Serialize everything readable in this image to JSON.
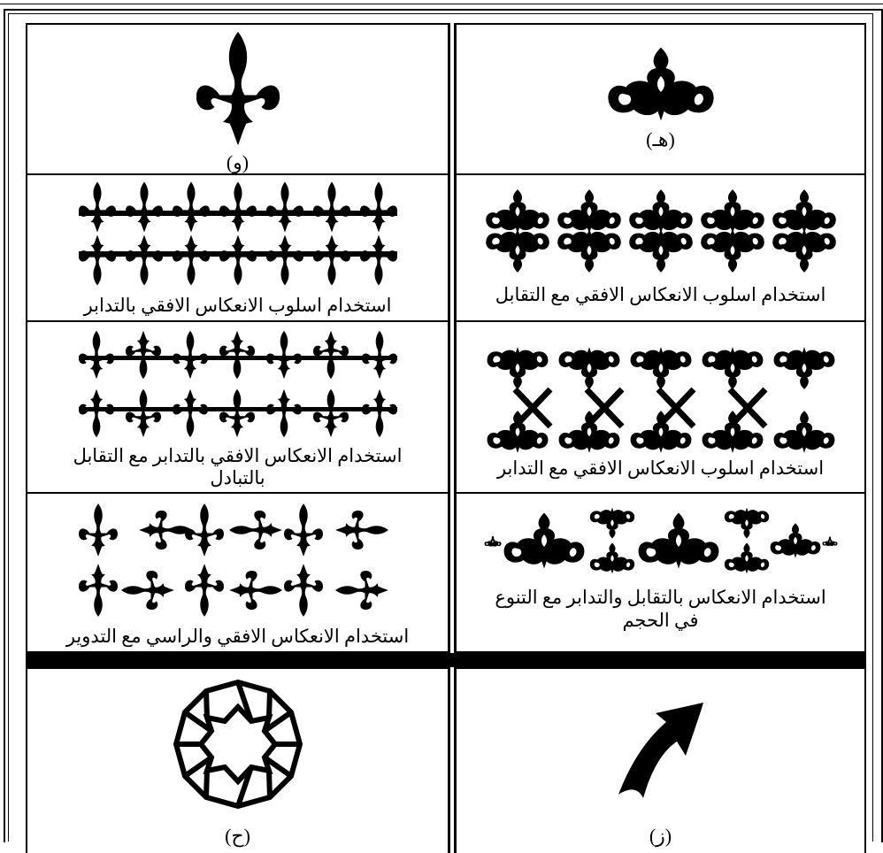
{
  "cells": {
    "he_label": "(هـ)",
    "waw_label": "(و)",
    "r1_right": "استخدام اسلوب الانعكاس الافقي مع التقابل",
    "r1_left": "استخدام اسلوب الانعكاس الافقي بالتدابر",
    "r2_right": "استخدام اسلوب الانعكاس الافقي مع التدابر",
    "r2_left_line1": "استخدام الانعكاس الافقي بالتدابر مع التقابل",
    "r2_left_line2": "بالتبادل",
    "r3_right_line1": "استخدام الانعكاس بالتقابل والتدابر مع التنوع",
    "r3_right_line2": "في الحجم",
    "r3_left": "استخدام الانعكاس الافقي والراسي مع التدوير",
    "zay_label": "(ز)",
    "ha_label": "(ح)"
  },
  "icons": [
    "knot-ornament-icon",
    "fleur-de-lis-icon",
    "knot-border-icon",
    "fleur-border-icon",
    "rotated-fleur-border-icon",
    "star-rosette-icon",
    "arrow-motif-icon"
  ]
}
